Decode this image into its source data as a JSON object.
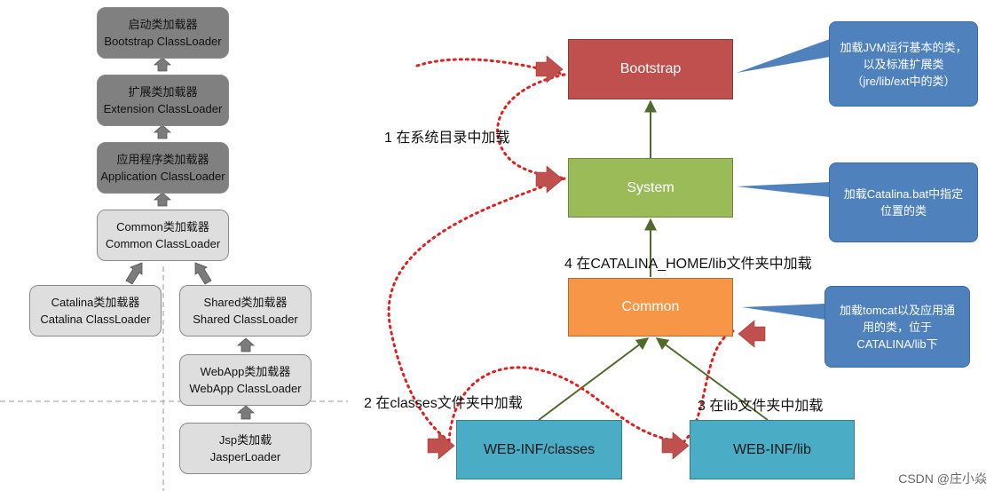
{
  "left_diagram": {
    "nodes": [
      {
        "line1": "启动类加载器",
        "line2": "Bootstrap ClassLoader"
      },
      {
        "line1": "扩展类加载器",
        "line2": "Extension ClassLoader"
      },
      {
        "line1": "应用程序类加载器",
        "line2": "Application ClassLoader"
      },
      {
        "line1": "Common类加载器",
        "line2": "Common ClassLoader"
      },
      {
        "line1": "Catalina类加载器",
        "line2": "Catalina ClassLoader"
      },
      {
        "line1": "Shared类加载器",
        "line2": "Shared ClassLoader"
      },
      {
        "line1": "WebApp类加载器",
        "line2": "WebApp ClassLoader"
      },
      {
        "line1": "Jsp类加载",
        "line2": "JasperLoader"
      }
    ]
  },
  "right_diagram": {
    "nodes": {
      "bootstrap": "Bootstrap",
      "system": "System",
      "common": "Common",
      "web_classes": "WEB-INF/classes",
      "web_lib": "WEB-INF/lib"
    },
    "callouts": {
      "bootstrap": "加载JVM运行基本的类，以及标准扩展类（jre/lib/ext中的类）",
      "system": "加载Catalina.bat中指定位置的类",
      "common": "加载tomcat以及应用通用的类，位于CATALINA/lib下"
    },
    "steps": {
      "s1": "1 在系统目录中加载",
      "s4": "4 在CATALINA_HOME/lib文件夹中加载",
      "s2": "2 在classes文件夹中加载",
      "s3": "3 在lib文件夹中加载"
    }
  },
  "watermark": "CSDN @庄小焱",
  "colors": {
    "bootstrap": "#c0504d",
    "system": "#9bbb59",
    "common": "#f79646",
    "webinf": "#4bacc6",
    "callout": "#4f81bd",
    "dotted_path": "#e02020",
    "entry_arrow": "#c0504d"
  }
}
